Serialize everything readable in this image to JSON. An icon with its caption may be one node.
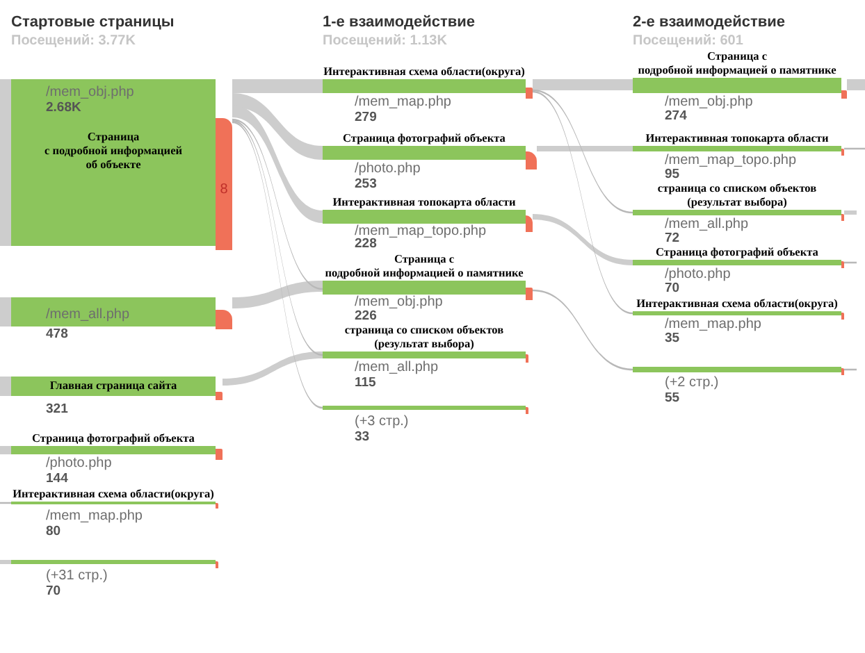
{
  "diagram": {
    "nodes": [
      {
        "text": [
          "/mem_obj.php",
          "2.68K",
          "Страница с подробной информацией об объекте"
        ],
        "beside": [
          "8"
        ]
      },
      {
        "text": [
          "/mem_all.php",
          "478"
        ]
      },
      {
        "text": [
          "Главная страница сайта",
          "321"
        ]
      },
      {
        "text": [
          "Страница фотографий объекта",
          "/photo.php",
          "144"
        ]
      },
      {
        "text": [
          "Интерактивная схема области(округа)",
          "/mem_map.php",
          "80"
        ]
      },
      {
        "text": [
          "(+31 стр.)",
          "70"
        ]
      },
      {
        "text": [
          "Интерактивная схема области(округа)",
          "/mem_map.php",
          "279"
        ]
      },
      {
        "text": [
          "Страница фотографий объекта",
          "/photo.php",
          "253"
        ]
      },
      {
        "text": [
          "Интерактивная топокарта области",
          "/mem_map_topo.php",
          "228"
        ]
      },
      {
        "text": [
          "Страница с подробной информацией о памятнике",
          "/mem_obj.php",
          "226"
        ]
      },
      {
        "text": [
          "страница со списком объектов (результат выбора)",
          "/mem_all.php",
          "115"
        ]
      },
      {
        "text": [
          "(+3 стр.)",
          "33"
        ]
      },
      {
        "text": [
          "Страница с подробной информацией о памятнике",
          "/mem_obj.php",
          "274"
        ]
      },
      {
        "text": [
          "Интерактивная топокарта области",
          "/mem_map_topo.php",
          "95"
        ]
      },
      {
        "text": [
          "страница со списком объектов (результат выбора)",
          "/mem_all.php",
          "72"
        ]
      },
      {
        "text": [
          "Страница фотографий объекта",
          "/photo.php",
          "70"
        ]
      },
      {
        "text": [
          "Интерактивная схема области(округа)",
          "/mem_map.php",
          "35"
        ]
      },
      {
        "text": [
          "(+2 стр.)",
          "55"
        ]
      }
    ],
    "edges": [
      {
        "from": null,
        "to": 0,
        "arrow": "none",
        "style": "thick"
      },
      {
        "from": null,
        "to": 1,
        "arrow": "none",
        "style": "thick"
      },
      {
        "from": null,
        "to": 2,
        "arrow": "none",
        "style": "thick"
      },
      {
        "from": null,
        "to": 3,
        "arrow": "none",
        "style": "thick"
      },
      {
        "from": null,
        "to": 4,
        "arrow": "none"
      },
      {
        "from": null,
        "to": 5,
        "arrow": "none",
        "style": "thick"
      },
      {
        "from": 0,
        "to": 6,
        "arrow": "none",
        "style": "thick"
      },
      {
        "from": 0,
        "to": 7,
        "arrow": "none",
        "style": "thick"
      },
      {
        "from": 0,
        "to": 8,
        "arrow": "none",
        "style": "thick"
      },
      {
        "from": 0,
        "to": 9,
        "arrow": "none"
      },
      {
        "from": 0,
        "to": 10,
        "arrow": "none"
      },
      {
        "from": 0,
        "to": 11,
        "arrow": "none"
      },
      {
        "from": 1,
        "to": 9,
        "arrow": "none",
        "style": "thick"
      },
      {
        "from": 2,
        "to": 10,
        "arrow": "none",
        "style": "thick"
      },
      {
        "from": 6,
        "to": 12,
        "arrow": "none",
        "style": "thick"
      },
      {
        "from": 7,
        "to": 13,
        "arrow": "none",
        "style": "thick"
      },
      {
        "from": 6,
        "to": 14,
        "arrow": "none"
      },
      {
        "from": 8,
        "to": 15,
        "arrow": "none",
        "style": "thick"
      },
      {
        "from": 6,
        "to": 16,
        "arrow": "none"
      },
      {
        "from": 9,
        "to": 17,
        "arrow": "none"
      },
      {
        "from": 12,
        "to": null,
        "arrow": "none",
        "style": "thick"
      },
      {
        "from": 13,
        "to": null,
        "arrow": "none"
      },
      {
        "from": 14,
        "to": null,
        "arrow": "none",
        "style": "thick"
      },
      {
        "from": 15,
        "to": null,
        "arrow": "none"
      },
      {
        "from": 17,
        "to": null,
        "arrow": "none"
      }
    ],
    "labels": [
      "Стартовые страницы",
      "Посещений: 3.77K",
      "1-е взаимодействие",
      "Посещений: 1.13K",
      "2-е взаимодействие",
      "Посещений: 601"
    ]
  }
}
